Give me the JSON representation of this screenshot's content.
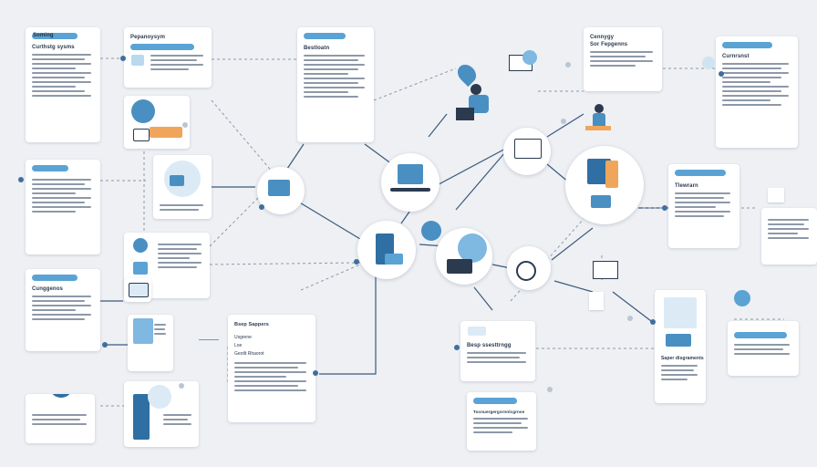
{
  "cards": {
    "c1": {
      "pill": "",
      "title": "Soming"
    },
    "c2": {
      "title": "Pepanoysym"
    },
    "c3": {
      "title": "Curthstg sysms"
    },
    "c4": {
      "title": "Bestloatn"
    },
    "c5": {
      "title": "Cennygy"
    },
    "c6": {
      "title": "Sor Fepgenns"
    },
    "c7": {
      "title": "Curnrsnst"
    },
    "c8": {
      "title": "Tlewrarn"
    },
    "c9": {
      "title": "Cunggenos"
    },
    "c10": {
      "title": "Bsep Sappers",
      "sub1": "Usgrene",
      "sub2": "Loe",
      "sub3": "Geotlt Rhaorot"
    },
    "c11": {
      "title": "Besp ssesttrngg"
    },
    "c12": {
      "title": "Tocnuergergsrnnlcgrnse"
    },
    "c13": {
      "title": "Saper disgraments"
    }
  },
  "colors": {
    "accent": "#5aa3d4",
    "accent_dark": "#3f6f9e",
    "navy": "#2b3a4f",
    "line": "#8e99a8",
    "connector": "#3b5a7e",
    "background": "#eef0f3"
  },
  "icons": [
    "person-at-laptop-icon",
    "monitor-icon",
    "location-pin-icon",
    "chart-icon",
    "magnifier-icon",
    "document-icon",
    "network-icon"
  ]
}
